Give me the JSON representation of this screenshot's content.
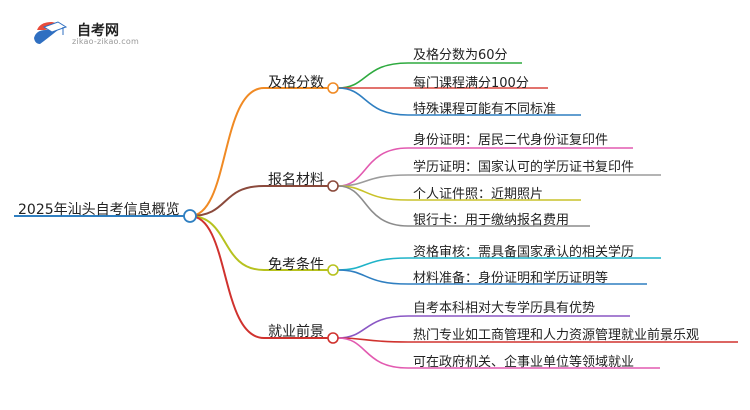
{
  "logo": {
    "title": "自考网",
    "subtitle": "zikao-zikao.com",
    "icon": "graduation-cap-icon"
  },
  "root": {
    "label": "2025年汕头自考信息概览"
  },
  "branches": [
    {
      "label": "及格分数",
      "color": "#f08a24",
      "leaves": [
        {
          "label": "及格分数为60分",
          "color": "#2eaa3f"
        },
        {
          "label": "每门课程满分100分",
          "color": "#d9453d"
        },
        {
          "label": "特殊课程可能有不同标准",
          "color": "#2f7fc1"
        }
      ]
    },
    {
      "label": "报名材料",
      "color": "#8b4a3c",
      "leaves": [
        {
          "label": "身份证明：居民二代身份证复印件",
          "color": "#e25ab0"
        },
        {
          "label": "学历证明：国家认可的学历证书复印件",
          "color": "#9c9c9c"
        },
        {
          "label": "个人证件照：近期照片",
          "color": "#c9c22a"
        },
        {
          "label": "银行卡：用于缴纳报名费用",
          "color": "#8c8c8c"
        }
      ]
    },
    {
      "label": "免考条件",
      "color": "#b7c21f",
      "leaves": [
        {
          "label": "资格审核：需具备国家承认的相关学历",
          "color": "#1fb3c8"
        },
        {
          "label": "材料准备：身份证明和学历证明等",
          "color": "#2f7fc1"
        }
      ]
    },
    {
      "label": "就业前景",
      "color": "#d0322e",
      "leaves": [
        {
          "label": "自考本科相对大专学历具有优势",
          "color": "#8a57c4"
        },
        {
          "label": "热门专业如工商管理和人力资源管理就业前景乐观",
          "color": "#d0322e"
        },
        {
          "label": "可在政府机关、企事业单位等领域就业",
          "color": "#e25ab0"
        }
      ]
    }
  ]
}
